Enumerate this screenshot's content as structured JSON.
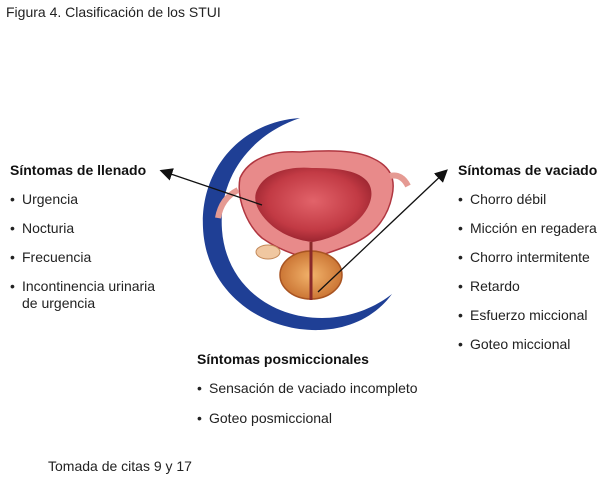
{
  "figure_title": "Figura 4. Clasificación de los STUI",
  "caption": "Tomada de citas 9  y 17",
  "filling": {
    "title": "Síntomas de llenado",
    "items": [
      "Urgencia",
      "Nocturia",
      "Frecuencia",
      "Incontinencia urinaria\nde urgencia"
    ]
  },
  "voiding": {
    "title": "Síntomas de vaciado",
    "items": [
      "Chorro débil",
      "Micción en regadera",
      "Chorro intermitente",
      "Retardo",
      "Esfuerzo miccional",
      "Goteo miccional"
    ]
  },
  "postvoid": {
    "title": "Síntomas posmiccionales",
    "items": [
      "Sensación de vaciado incompleto",
      "Goteo posmiccional"
    ]
  },
  "colors": {
    "crescent": "#1f3f95",
    "bladder": "#b8323c",
    "prostate": "#d9823a",
    "arrow": "#111111"
  }
}
